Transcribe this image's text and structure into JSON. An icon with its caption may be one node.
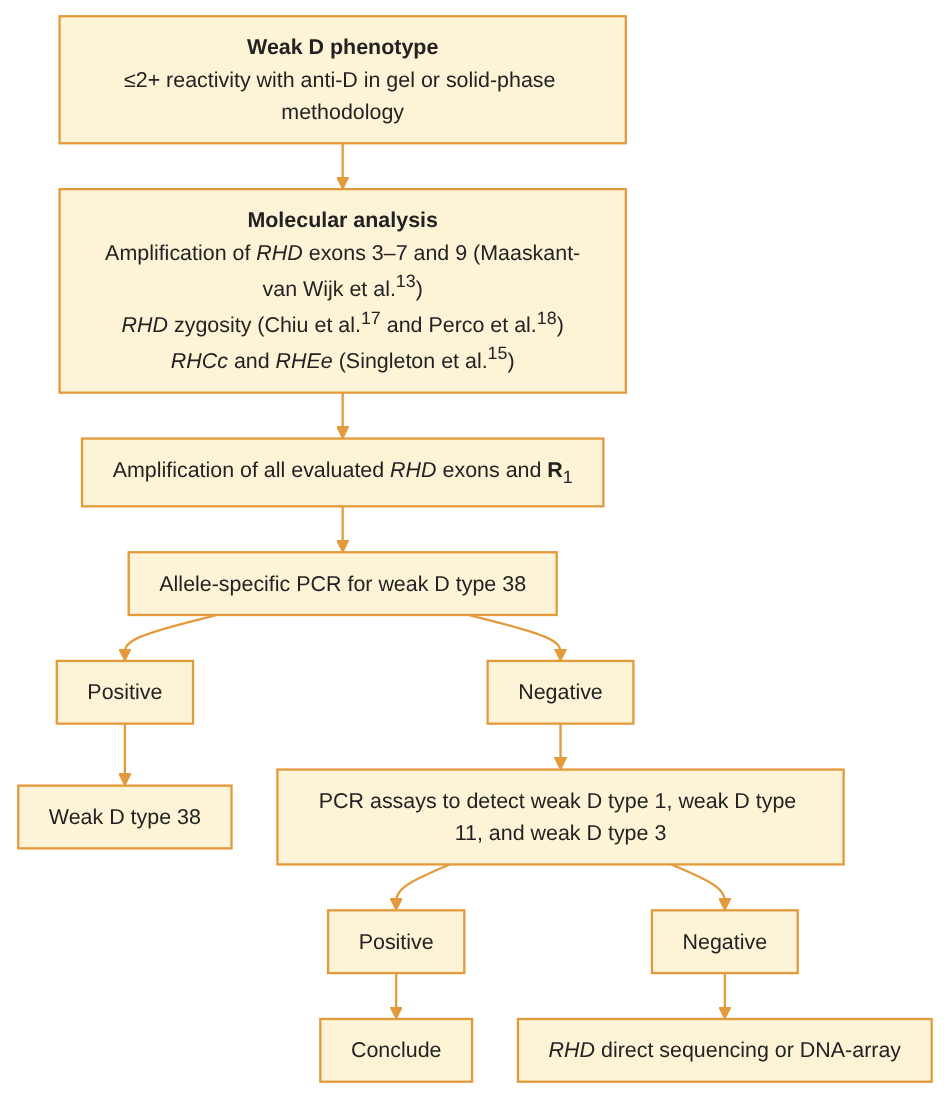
{
  "diagram": {
    "nodes": [
      {
        "text": [
          "Weak D phenotype",
          "≤2+ reactivity with anti-D in gel or solid-phase methodology"
        ]
      },
      {
        "text": [
          "Molecular analysis",
          "Amplification of *RHD* exons 3–7 and 9 (Maaskant-van Wijk et al.$^{13}$)",
          "*RHD* zygosity (Chiu et al.$^{17}$ and Perco et al.$^{18}$)",
          "*RHCc* and *RHEe* (Singleton et al.$^{15}$)"
        ]
      },
      {
        "text": [
          "Amplification of all evaluated *RHD* exons and **R**$_{1}$"
        ]
      },
      {
        "text": [
          "Allele-specific PCR for weak D type 38"
        ]
      },
      {
        "text": [
          "Positive"
        ]
      },
      {
        "text": [
          "Negative"
        ]
      },
      {
        "text": [
          "Weak D type 38"
        ]
      },
      {
        "text": [
          "PCR assays to detect weak D type 1, weak D type 11, and weak D type 3"
        ]
      },
      {
        "text": [
          "Positive"
        ]
      },
      {
        "text": [
          "Negative"
        ]
      },
      {
        "text": [
          "Conclude"
        ]
      },
      {
        "text": [
          "*RHD* direct sequencing or DNA-array"
        ]
      }
    ],
    "edges": [
      {
        "from": 0,
        "to": 1,
        "arrow": "to"
      },
      {
        "from": 1,
        "to": 2,
        "arrow": "to"
      },
      {
        "from": 2,
        "to": 3,
        "arrow": "to"
      },
      {
        "from": 3,
        "to": 4,
        "arrow": "to"
      },
      {
        "from": 3,
        "to": 5,
        "arrow": "to"
      },
      {
        "from": 4,
        "to": 6,
        "arrow": "to"
      },
      {
        "from": 5,
        "to": 7,
        "arrow": "to"
      },
      {
        "from": 7,
        "to": 8,
        "arrow": "to"
      },
      {
        "from": 7,
        "to": 9,
        "arrow": "to"
      },
      {
        "from": 8,
        "to": 10,
        "arrow": "to"
      },
      {
        "from": 9,
        "to": 11,
        "arrow": "to"
      }
    ]
  }
}
